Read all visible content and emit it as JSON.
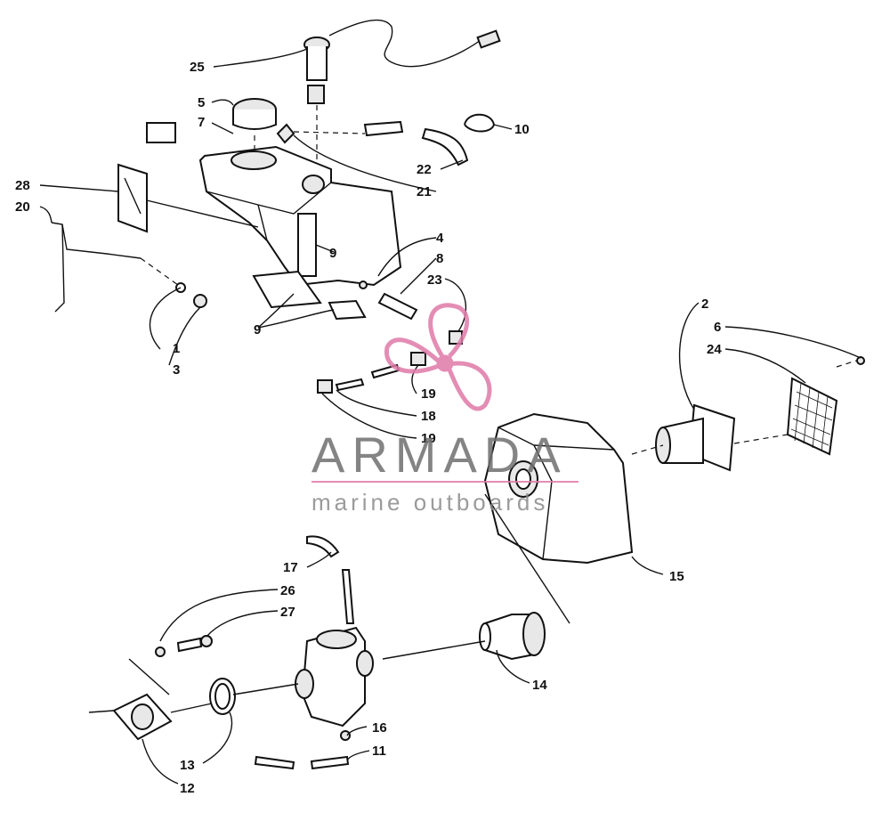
{
  "diagram": {
    "callouts": {
      "c1": "1",
      "c2": "2",
      "c3": "3",
      "c4": "4",
      "c5": "5",
      "c6": "6",
      "c7": "7",
      "c8": "8",
      "c9a": "9",
      "c9b": "9",
      "c10": "10",
      "c11": "11",
      "c12": "12",
      "c13": "13",
      "c14": "14",
      "c15": "15",
      "c16": "16",
      "c17": "17",
      "c18": "18",
      "c19a": "19",
      "c19b": "19",
      "c20": "20",
      "c21": "21",
      "c22": "22",
      "c23": "23",
      "c24": "24",
      "c25": "25",
      "c26": "26",
      "c27": "27",
      "c28": "28"
    }
  },
  "watermark": {
    "title": "ARMADA",
    "subtitle": "marine outboards",
    "colors": {
      "logo": "#e07aa8",
      "text": "#6f6f6f",
      "rule": "#e07aa8"
    }
  }
}
